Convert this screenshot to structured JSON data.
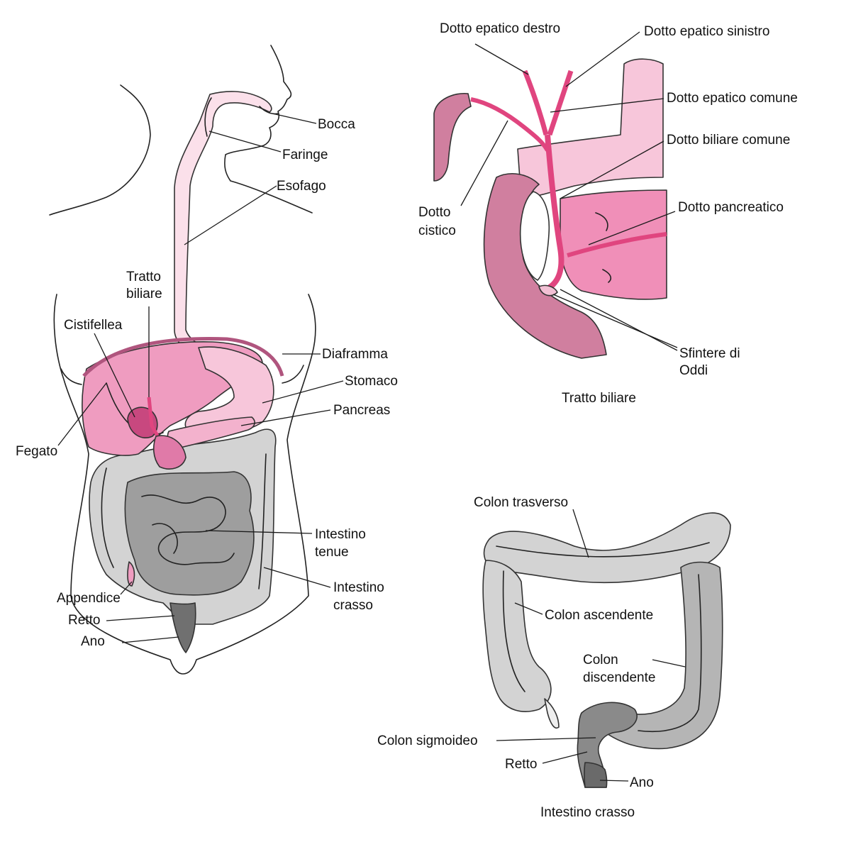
{
  "colors": {
    "liver": "#ef9cc0",
    "liver_dark": "#e07aa8",
    "stomach": "#f7c6da",
    "esophagus": "#fbe0ea",
    "gallbladder": "#c8487f",
    "duct_magenta": "#e0457f",
    "duodenum": "#d07f9f",
    "pancreas": "#f08fb8",
    "large_intestine": "#d3d3d3",
    "small_intestine": "#9e9e9e",
    "rectum": "#707070",
    "outline": "#222222"
  },
  "body": {
    "labels": {
      "bocca": "Bocca",
      "faringe": "Faringe",
      "esofago": "Esofago",
      "tratto_biliare_1": "Tratto",
      "tratto_biliare_2": "biliare",
      "cistifellea": "Cistifellea",
      "diaframma": "Diaframma",
      "stomaco": "Stomaco",
      "pancreas": "Pancreas",
      "fegato": "Fegato",
      "intestino_tenue_1": "Intestino",
      "intestino_tenue_2": "tenue",
      "intestino_crasso_1": "Intestino",
      "intestino_crasso_2": "crasso",
      "appendice": "Appendice",
      "retto": "Retto",
      "ano": "Ano"
    }
  },
  "biliary": {
    "labels": {
      "dotto_epatico_destro": "Dotto epatico destro",
      "dotto_epatico_sinistro": "Dotto epatico sinistro",
      "dotto_epatico_comune": "Dotto epatico comune",
      "dotto_biliare_comune": "Dotto biliare comune",
      "dotto_cistico_1": "Dotto",
      "dotto_cistico_2": "cistico",
      "dotto_pancreatico": "Dotto pancreatico",
      "sfintere_1": "Sfintere di",
      "sfintere_2": "Oddi"
    },
    "caption": "Tratto biliare"
  },
  "colon": {
    "labels": {
      "colon_trasverso": "Colon trasverso",
      "colon_ascendente": "Colon ascendente",
      "colon_discendente_1": "Colon",
      "colon_discendente_2": "discendente",
      "colon_sigmoideo": "Colon sigmoideo",
      "retto": "Retto",
      "ano": "Ano"
    },
    "caption": "Intestino crasso"
  }
}
